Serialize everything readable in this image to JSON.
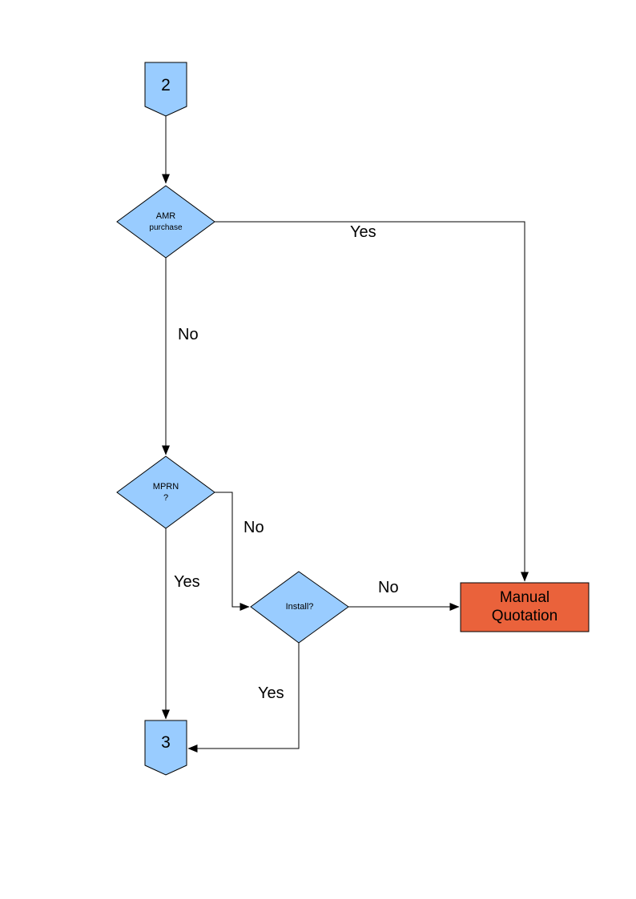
{
  "diagram": {
    "colors": {
      "node_fill": "#99CCFF",
      "node_border": "#000000",
      "manual_quotation_fill": "#EA623B",
      "connector_line": "#000000"
    },
    "nodes": {
      "offpage_2": {
        "label": "2"
      },
      "amr_purchase": {
        "line1": "AMR",
        "line2": "purchase"
      },
      "mprn": {
        "line1": "MPRN",
        "line2": "?"
      },
      "install": {
        "label": "Install?"
      },
      "manual_quotation": {
        "line1": "Manual",
        "line2": "Quotation"
      },
      "offpage_3": {
        "label": "3"
      }
    },
    "edges": {
      "amr_yes_label": "Yes",
      "amr_no_label": "No",
      "mprn_no_label": "No",
      "mprn_yes_label": "Yes",
      "install_no_label": "No",
      "install_yes_label": "Yes"
    }
  }
}
